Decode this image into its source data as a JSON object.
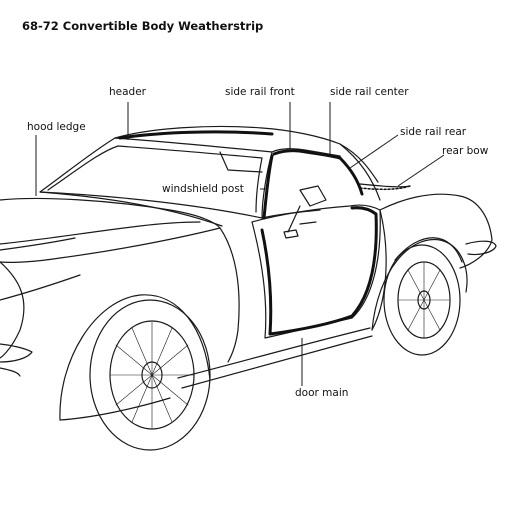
{
  "title": "68-72 Convertible Body Weatherstrip",
  "labels": {
    "header": "header",
    "hood_ledge": "hood ledge",
    "side_rail_front": "side rail front",
    "side_rail_center": "side rail center",
    "side_rail_rear": "side rail rear",
    "rear_bow": "rear bow",
    "windshield_post": "windshield post",
    "door_main": "door main"
  },
  "colors": {
    "line": "#1a1a1a",
    "weatherstrip": "#111111",
    "background": "#ffffff"
  }
}
